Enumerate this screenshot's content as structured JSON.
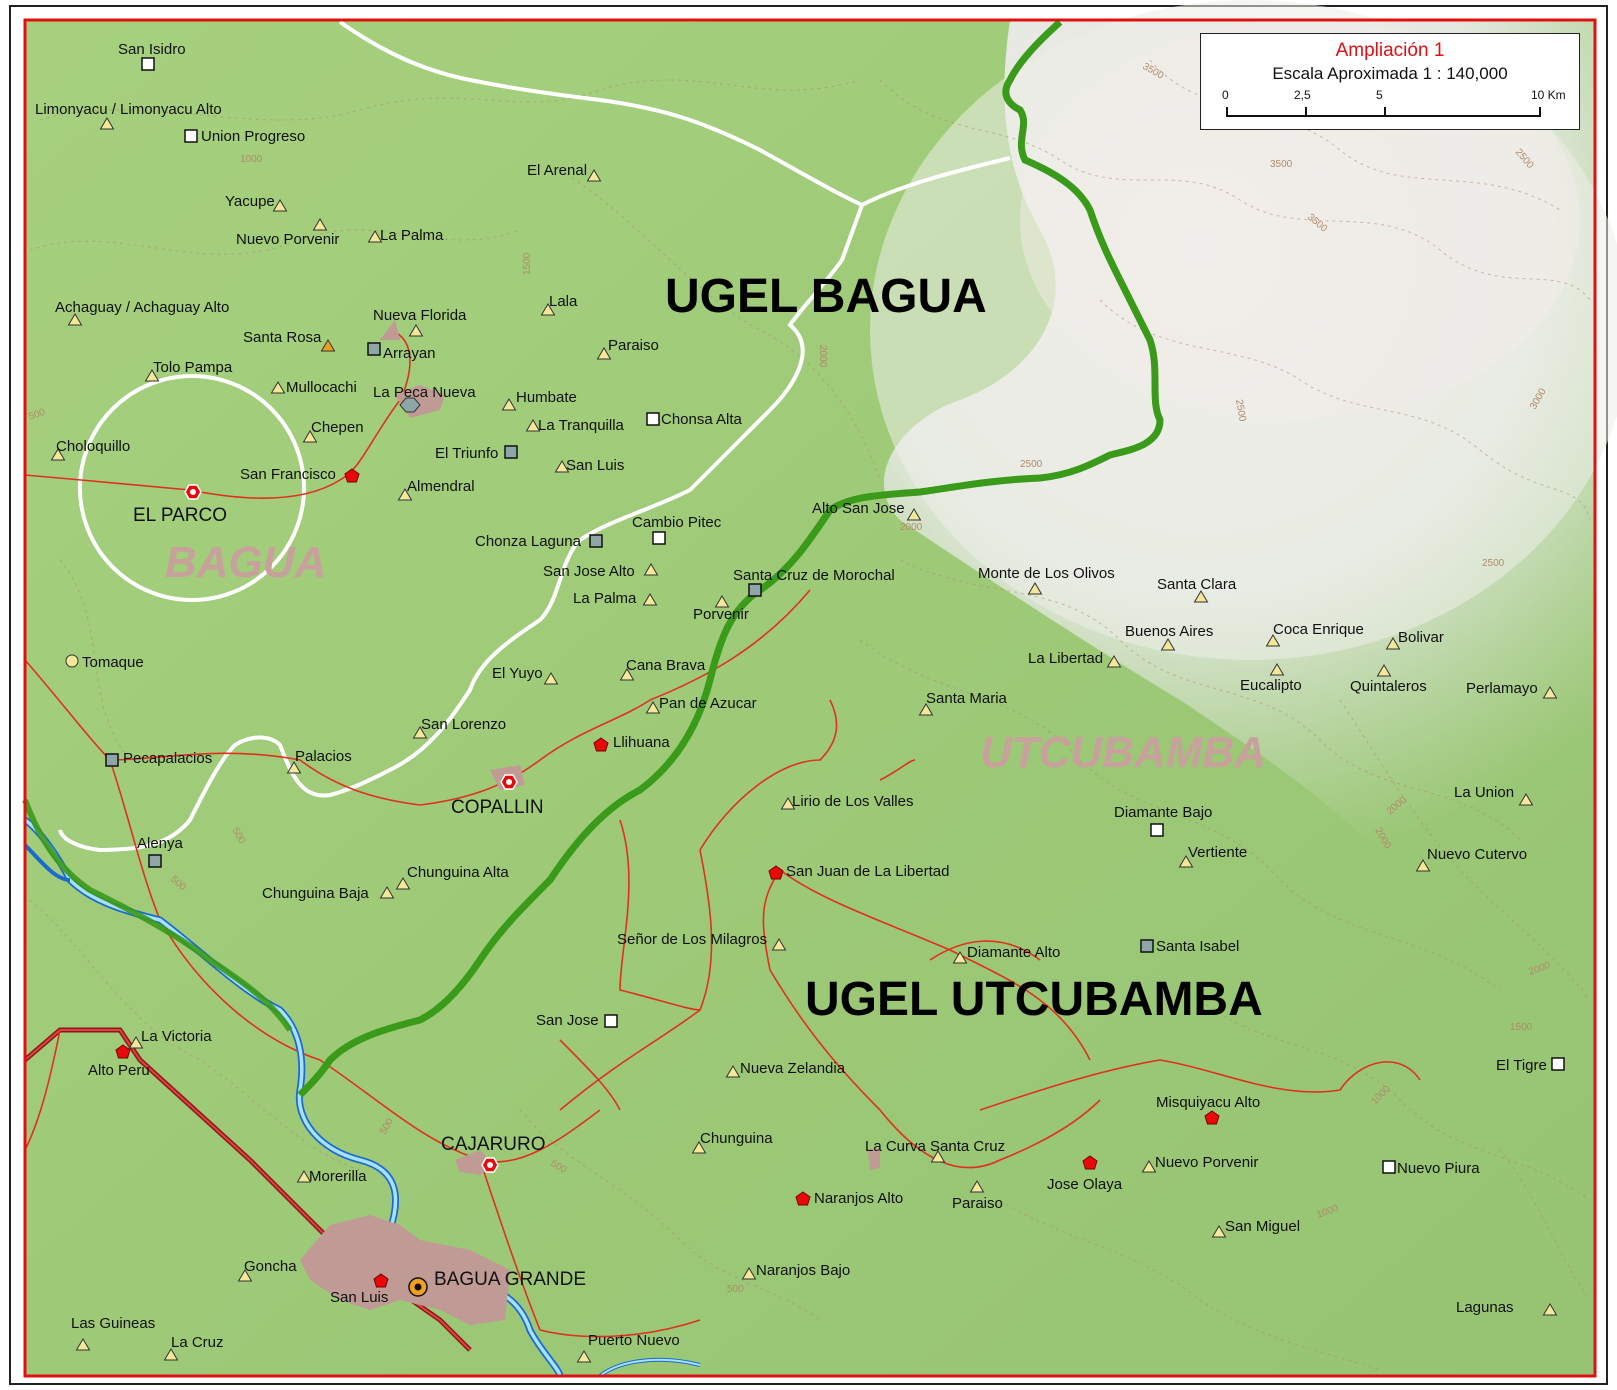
{
  "legend": {
    "title": "Ampliación 1",
    "scale_text": "Escala Aproximada 1 : 140,000",
    "ticks": [
      "0",
      "2,5",
      "5",
      "10 Km"
    ]
  },
  "regions": {
    "ugel_bagua": "UGEL BAGUA",
    "ugel_utcubamba": "UGEL UTCUBAMBA",
    "prov_bagua": "BAGUA",
    "prov_utcubamba": "UTCUBAMBA"
  },
  "towns": {
    "el_parco": "EL PARCO",
    "copallin": "COPALLIN",
    "cajaruro": "CAJARURO",
    "bagua_grande": "BAGUA GRANDE"
  },
  "places": [
    "San Isidro",
    "Limonyacu / Limonyacu Alto",
    "Union Progreso",
    "Yacupe",
    "Nuevo Porvenir",
    "La Palma",
    "El Arenal",
    "Achaguay / Achaguay Alto",
    "Nueva Florida",
    "Lala",
    "Santa Rosa",
    "Arrayan",
    "Paraiso",
    "Tolo Pampa",
    "Mullocachi",
    "La Peca Nueva",
    "Humbate",
    "Chonsa Alta",
    "La Tranquilla",
    "Chepen",
    "Choloquillo",
    "El Triunfo",
    "San Luis",
    "San Francisco",
    "Almendral",
    "Cambio Pitec",
    "Alto San Jose",
    "Chonza Laguna",
    "San Jose Alto",
    "Santa Cruz de Morochal",
    "La Palma",
    "Porvenir",
    "Monte de Los Olivos",
    "Santa Clara",
    "Buenos Aires",
    "Coca Enrique",
    "Bolivar",
    "La Libertad",
    "Eucalipto",
    "Quintaleros",
    "Perlamayo",
    "Tomaque",
    "Cana Brava",
    "El Yuyo",
    "Pan de Azucar",
    "Santa Maria",
    "San Lorenzo",
    "Llihuana",
    "Pecapalacios",
    "Palacios",
    "La Union",
    "Lirio de Los Valles",
    "Diamante Bajo",
    "Alenya",
    "Vertiente",
    "Nuevo Cutervo",
    "Chunguina Alta",
    "San Juan de La Libertad",
    "Chunguina Baja",
    "Señor de Los Milagros",
    "Santa Isabel",
    "Diamante Alto",
    "San Jose",
    "La Victoria",
    "Alto Peru",
    "El Tigre",
    "Nueva Zelandia",
    "Misquiyacu Alto",
    "Chunguina",
    "La Curva Santa Cruz",
    "Nuevo Porvenir",
    "Nuevo Piura",
    "Morerilla",
    "Jose Olaya",
    "Paraiso",
    "Naranjos Alto",
    "San Miguel",
    "Goncha",
    "Naranjos Bajo",
    "San Luis",
    "Las Guineas",
    "La Cruz",
    "Puerto Nuevo",
    "Lagunas"
  ],
  "contour_labels": [
    "3500",
    "3500",
    "3500",
    "2500",
    "1000",
    "1500",
    "2000",
    "2500",
    "3000",
    "2000",
    "2500",
    "2500",
    "2000",
    "2000",
    "2000",
    "1500",
    "1000",
    "1000",
    "500",
    "500",
    "500",
    "500",
    "500",
    "500"
  ],
  "colors": {
    "lowland_green": "#9ccc78",
    "highland_gray": "#e4e6e0",
    "frame_red": "#e01010",
    "ugel_boundary": "#3a9a1a",
    "road_red": "#e0301e",
    "river_blue": "#2a8ae0",
    "urban_area": "#c09a94",
    "settlement_icon": "#f3e79a",
    "capital_icon": "#e80a0a"
  }
}
